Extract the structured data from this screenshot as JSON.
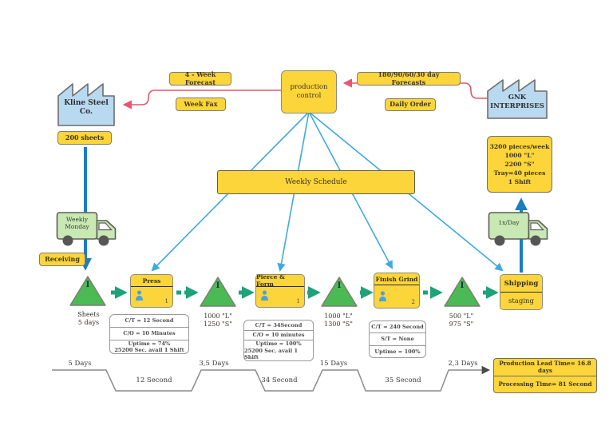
{
  "diagram": {
    "supplier": {
      "name_line1": "Kline Steel",
      "name_line2": "Co.",
      "shipment": "200 sheets"
    },
    "customer": {
      "name_line1": "GNK",
      "name_line2": "INTERPRISES",
      "requirements": [
        "3200 pieces/week",
        "1000 \"L\"",
        "2200 \"S\"",
        "Tray=40 pieces",
        "1 Shift"
      ]
    },
    "production_control": {
      "line1": "production",
      "line2": "control"
    },
    "info": {
      "four_week_forecast": "4 - Week Forecast",
      "week_fax": "Week Fax",
      "day_forecasts": "180/90/60/30 day Forecasts",
      "daily_order": "Daily Order",
      "weekly_schedule": "Weekly Schedule"
    },
    "transport": {
      "inbound_line1": "Weekly",
      "inbound_line2": "Monday",
      "receiving": "Receiving",
      "outbound": "1x/Day"
    },
    "inventory_symbol": "I",
    "inventories": [
      {
        "line1": "Sheets",
        "line2": "5 days"
      },
      {
        "line1": "1000 \"L\"",
        "line2": "1250 \"S\""
      },
      {
        "line1": "1000 \"L\"",
        "line2": "1300 \"S\""
      },
      {
        "line1": "500 \"L\"",
        "line2": "975 \"S\""
      }
    ],
    "processes": [
      {
        "name": "Press",
        "operators": "1",
        "rows": [
          [
            "C/T = 12 Second"
          ],
          [
            "C/O = 10 Minutes"
          ],
          [
            "Uptime = 74%",
            "25200 Sec. avail 1 Shift"
          ]
        ]
      },
      {
        "name": "Pierce & Form",
        "operators": "1",
        "rows": [
          [
            "C/T = 34Second"
          ],
          [
            "C/O = 10 minutes"
          ],
          [
            "Uptime = 100%",
            "25200 Sec. avail 1 Shift"
          ]
        ]
      },
      {
        "name": "Finish Grind",
        "operators": "2",
        "rows": [
          [
            "C/T = 240 Second"
          ],
          [
            "S/T = None"
          ],
          [
            "Uptime = 100%"
          ]
        ]
      }
    ],
    "shipping": {
      "line1": "Shipping",
      "line2": "staging"
    },
    "timeline": {
      "waits": [
        "5 Days",
        "3,5 Days",
        "15 Days",
        "2,3 Days"
      ],
      "works": [
        "12 Second",
        "34 Second",
        "35 Second"
      ],
      "lead_time": "Production Lead Time= 16.8 days",
      "processing_time": "Processing Time= 81 Second"
    }
  },
  "colors": {
    "node_yellow": "#fcd53b",
    "factory_blue": "#b8d9f0",
    "truck_green": "#c8e8b4",
    "inventory_green": "#4bba55",
    "info_blue": "#3fa9e0",
    "material_blue": "#1b7ec2",
    "forecast_red": "#e8556d",
    "push_green": "#1fa179"
  }
}
